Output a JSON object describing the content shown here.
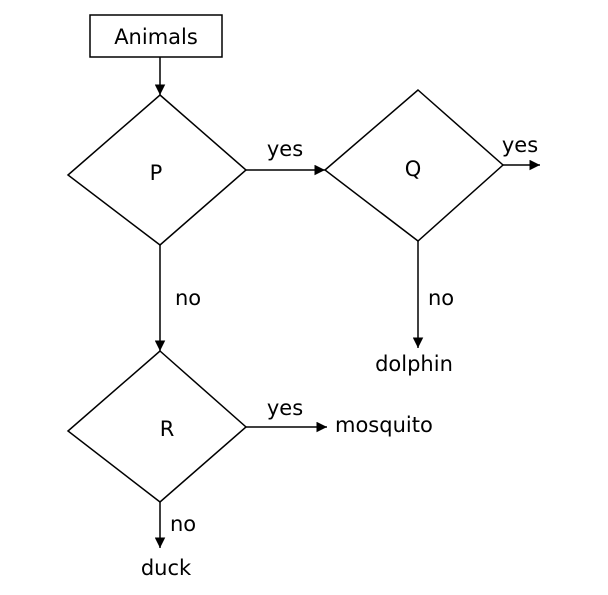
{
  "nodes": {
    "start": "Animals",
    "p": "P",
    "q": "Q",
    "r": "R"
  },
  "edges": {
    "p_yes": "yes",
    "p_no": "no",
    "q_yes": "yes",
    "q_no": "no",
    "r_yes": "yes",
    "r_no": "no"
  },
  "outcomes": {
    "dolphin": "dolphin",
    "mosquito": "mosquito",
    "duck": "duck"
  }
}
